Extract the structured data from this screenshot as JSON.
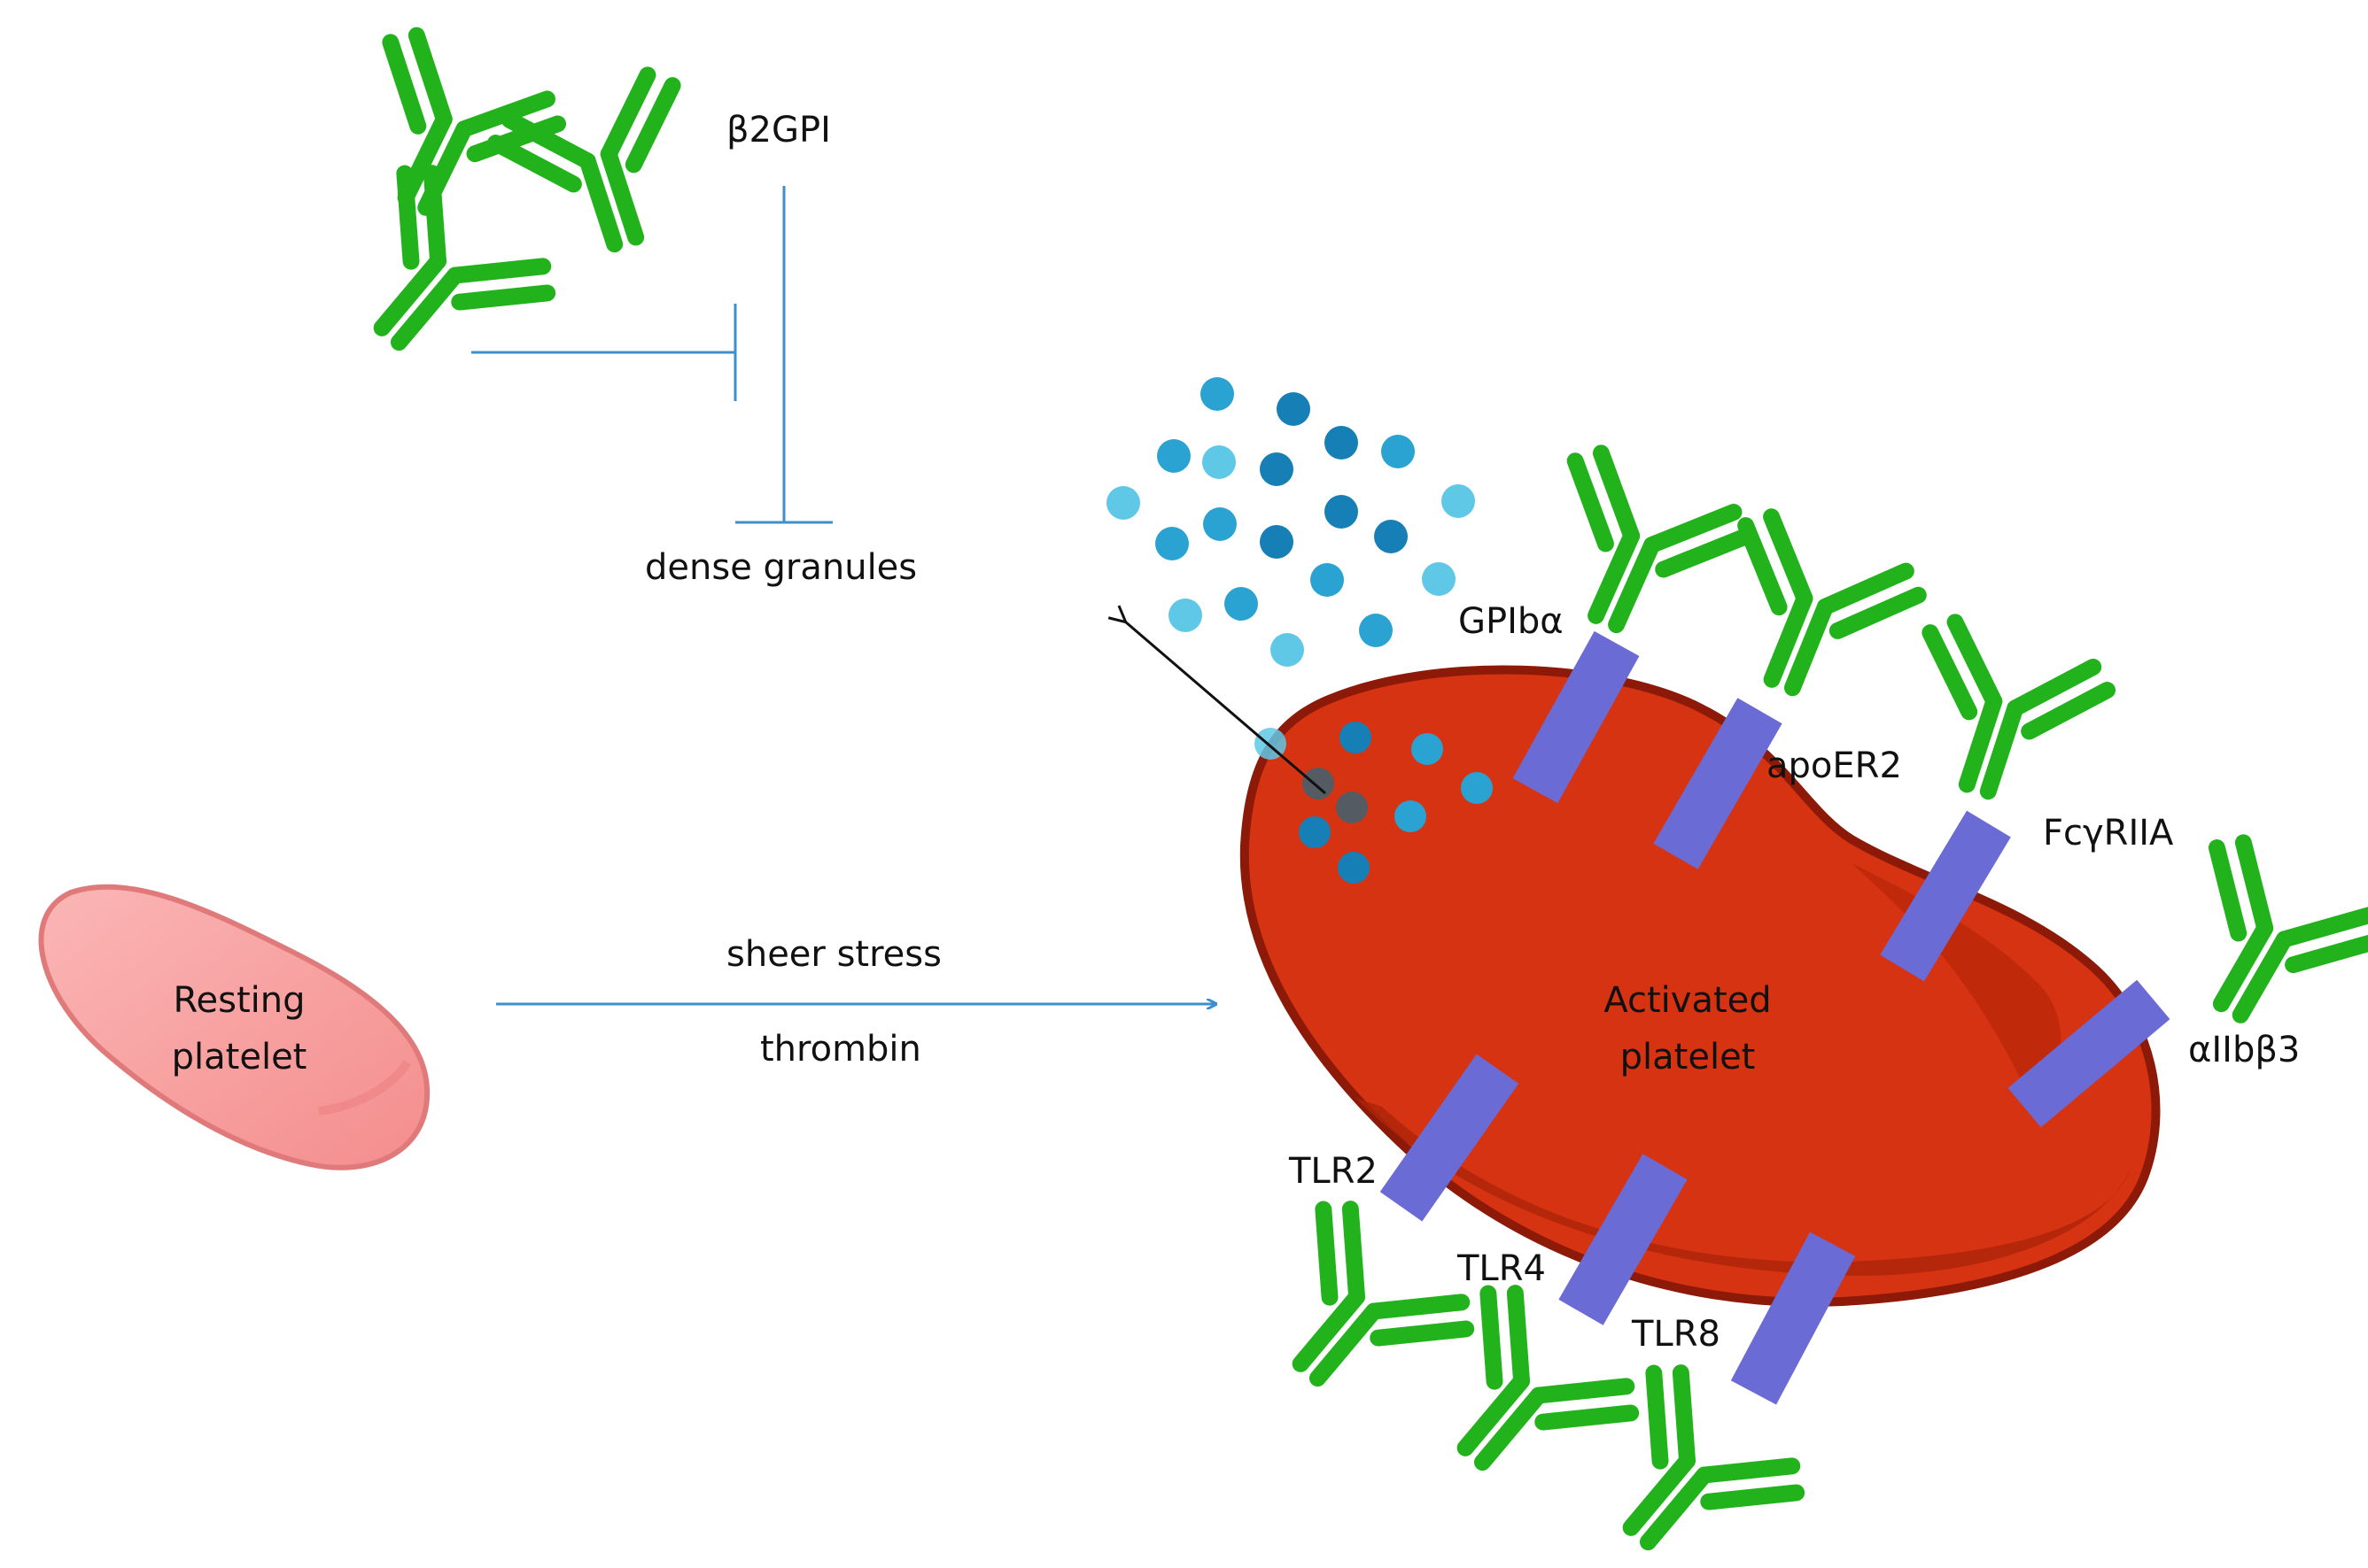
{
  "labels": {
    "b2gpi": "β2GPI",
    "dense_granules": "dense granules",
    "resting_platelet_line1": "Resting",
    "resting_platelet_line2": "platelet",
    "sheer_stress": "sheer stress",
    "thrombin": "thrombin",
    "activated_platelet_line1": "Activated",
    "activated_platelet_line2": "platelet",
    "receptors": {
      "gpiba": "GPIbα",
      "apoer2": "apoER2",
      "fcgriia": "FcγRIIA",
      "aiibb3": "αIIbβ3",
      "tlr2": "TLR2",
      "tlr4": "TLR4",
      "tlr8": "TLR8"
    }
  },
  "colors": {
    "antibody": "#22b21c",
    "inhibition_line": "#3d8fce",
    "resting_platelet": "#f7a0a0",
    "resting_platelet_edge": "#e07a7a",
    "activated_platelet": "#d53311",
    "activated_platelet_edge": "#8d1a08",
    "receptor": "#6b6bd6",
    "granule_light": "#5fc8e6",
    "granule_dark": "#1a8fbf"
  },
  "icons": {
    "antibody": "y-shaped-antibody-icon",
    "receptor": "rectangular-membrane-receptor",
    "granule": "circle-granule"
  }
}
